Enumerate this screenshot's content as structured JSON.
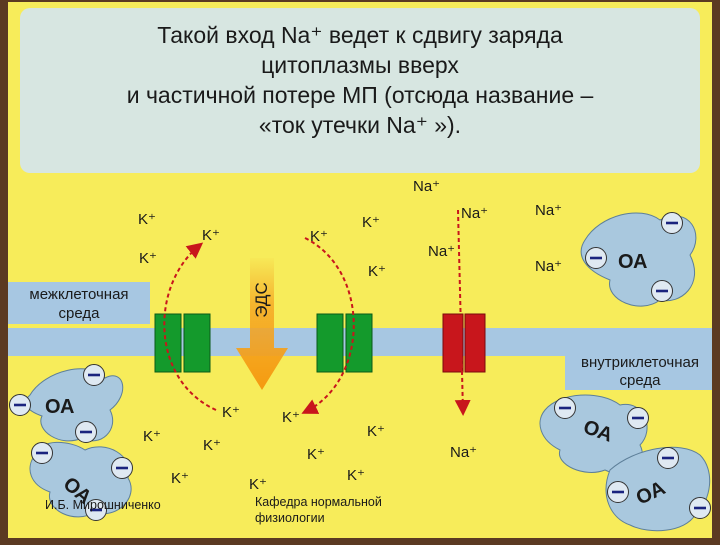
{
  "title": {
    "line1": "Такой вход Na⁺ ведет к сдвигу заряда",
    "line2": "цитоплазмы вверх",
    "line3": "и частичной потере МП (отсюда название –",
    "line4": "«ток утечки Na⁺ »)."
  },
  "labels": {
    "extracellular": [
      "межклеточная",
      "среда"
    ],
    "intracellular": [
      "внутриклеточная",
      "среда"
    ],
    "emf": "ЭДС",
    "author": "И.Б. Мирошниченко",
    "department": [
      "Кафедра нормальной",
      "физиологии"
    ]
  },
  "ions": {
    "k": "K⁺",
    "na": "Na⁺",
    "oa": "ОА"
  },
  "colors": {
    "background": "#f7ec5a",
    "frame": "#5b3a22",
    "membrane": "#a7c7e2",
    "title_box": "#d5e6e9",
    "k_channel": "#149a2c",
    "na_channel": "#c8161c",
    "arrow": "#f5a623",
    "oa_blob": "#a9c8de"
  }
}
